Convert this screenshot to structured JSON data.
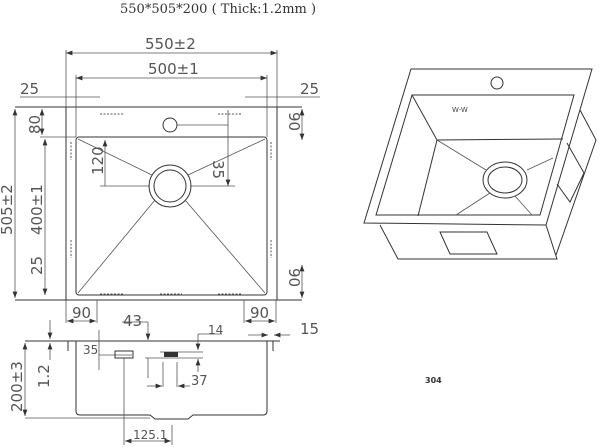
{
  "title": "550*505*200 ( Thick:1.2mm )",
  "dimensions": {
    "overall_width": "550±2",
    "bowl_width": "500±1",
    "left_flange": "25",
    "right_flange": "25",
    "overall_depth": "505±2",
    "bowl_depth": "400±1",
    "top_margin": "80",
    "right_top": "90",
    "right_bottom": "90",
    "drain_offset_y": "120",
    "drain_offset_x": "35",
    "left_bottom": "25",
    "bottom_left": "90",
    "bottom_right": "90",
    "side_43": "43",
    "side_14": "14",
    "side_15": "15",
    "side_35": "35",
    "side_37": "37",
    "height": "200±3",
    "thickness": "1.2",
    "drain_pos": "125.1"
  },
  "iso_label": "304"
}
